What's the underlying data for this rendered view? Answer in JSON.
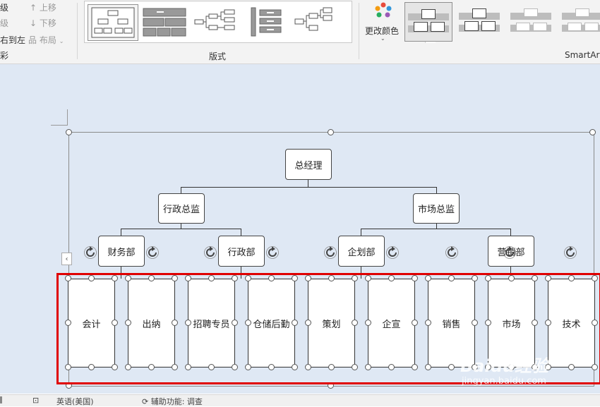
{
  "ribbon": {
    "left_items": [
      "级",
      "级",
      "右到左",
      "彩"
    ],
    "promote_label": "上移",
    "demote_label": "下移",
    "layout_label": "布局",
    "layouts_group_label": "版式",
    "change_colors_label": "更改颜色",
    "smartart_group_label": "SmartArt"
  },
  "diagram": {
    "root": "总经理",
    "level2": [
      "行政总监",
      "市场总监"
    ],
    "level3": [
      "财务部",
      "行政部",
      "企划部",
      "营销部"
    ],
    "leaves": [
      "会计",
      "出纳",
      "招聘专员",
      "仓储后勤",
      "策划",
      "企宣",
      "销售",
      "市场",
      "技术"
    ]
  },
  "statusbar": {
    "language": "英语(美国)",
    "accessibility": "辅助功能: 调查"
  },
  "watermark": {
    "brand": "Baidu经验",
    "url": "jingyan.baidu.com"
  }
}
